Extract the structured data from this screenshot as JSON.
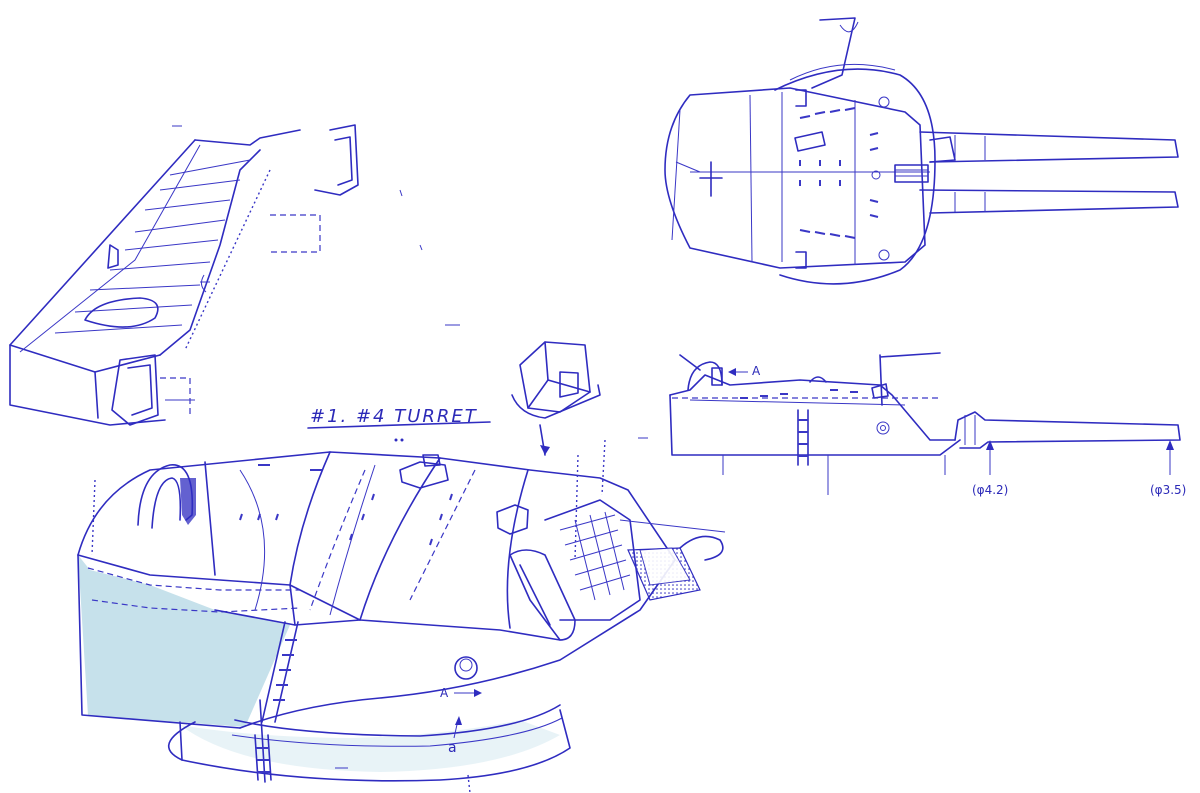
{
  "turret_label": "#1. #4 TURRET",
  "labels": {
    "arrow_a_side": "A",
    "arrow_a_main": "A",
    "section_a": "a",
    "dia_left": "(φ4.2)",
    "dia_right": "(φ3.5)"
  },
  "colors": {
    "ink": "#2f2cc0",
    "shade": "#bcdce8",
    "paper": "#ffffff"
  }
}
